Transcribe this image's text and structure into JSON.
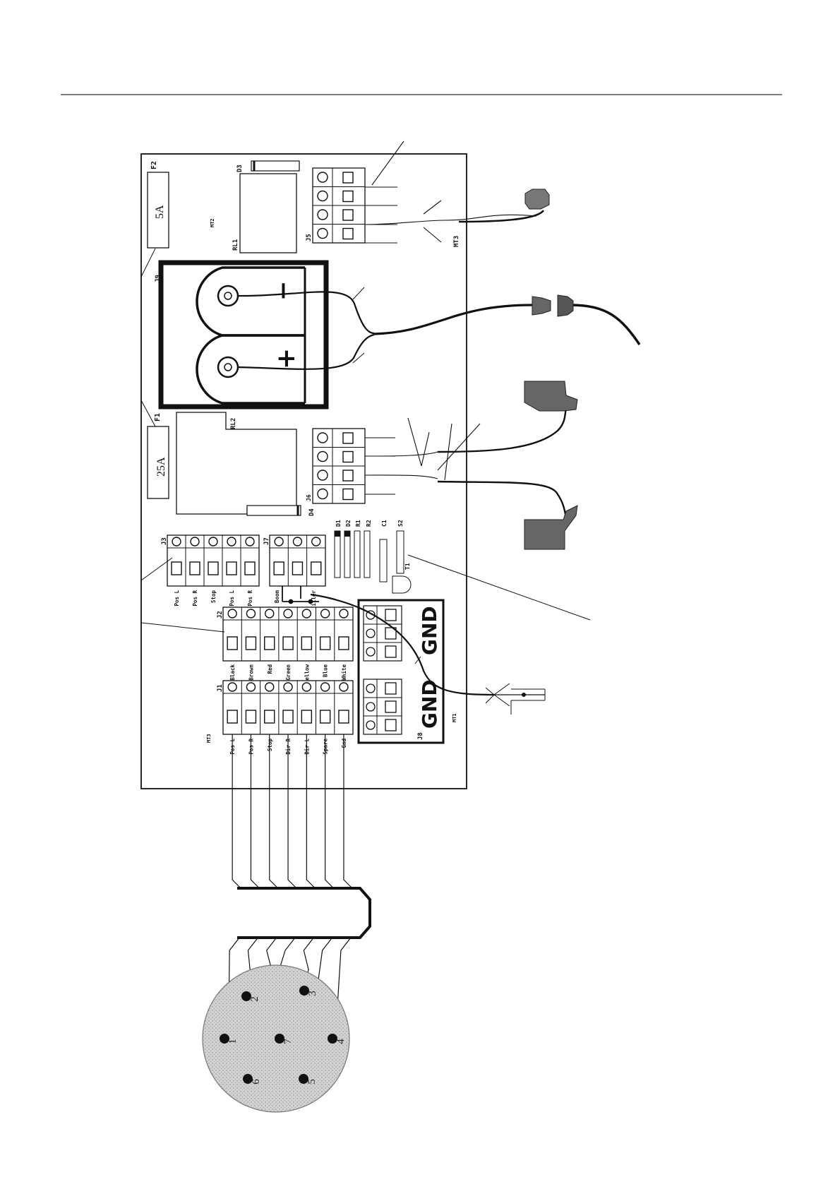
{
  "fuses": [
    {
      "ref": "F2",
      "rating": "5A"
    },
    {
      "ref": "F1",
      "rating": "25A"
    }
  ],
  "component_refs": {
    "d3": "D3",
    "rl1": "RL1",
    "mt2": "MT2",
    "j5": "J5",
    "mt3": "MT3",
    "j9": "J9",
    "rl2": "RL2",
    "j6": "J6",
    "d4": "D4",
    "j3": "J3",
    "j7": "J7",
    "j2": "J2",
    "j1": "J1",
    "j8": "J8",
    "mt1": "MT1",
    "d1": "D1",
    "d2": "D2",
    "r1": "R1",
    "r2": "R2",
    "c1": "C1",
    "s2": "S2",
    "t1": "T1",
    "mt3b": "MT3"
  },
  "battery_symbols": {
    "negative": "−",
    "positive": "+"
  },
  "j3_labels": [
    "Pos L",
    "Pos R",
    "Stop",
    "Pos L",
    "Pos R"
  ],
  "j7_labels": [
    "Boom",
    "Tiller"
  ],
  "j2_labels": [
    "Black",
    "Brown",
    "Red",
    "Green",
    "Yellow",
    "Blue",
    "White"
  ],
  "j1_labels": [
    "Pos L",
    "Pos R",
    "Stop",
    "Dir R",
    "Dir L",
    "Spare",
    "Gnd"
  ],
  "gnd_labels": [
    "GND",
    "GND"
  ],
  "connector_pins": [
    {
      "num": "1"
    },
    {
      "num": "2"
    },
    {
      "num": "3"
    },
    {
      "num": "4"
    },
    {
      "num": "5"
    },
    {
      "num": "6"
    },
    {
      "num": "7"
    }
  ]
}
